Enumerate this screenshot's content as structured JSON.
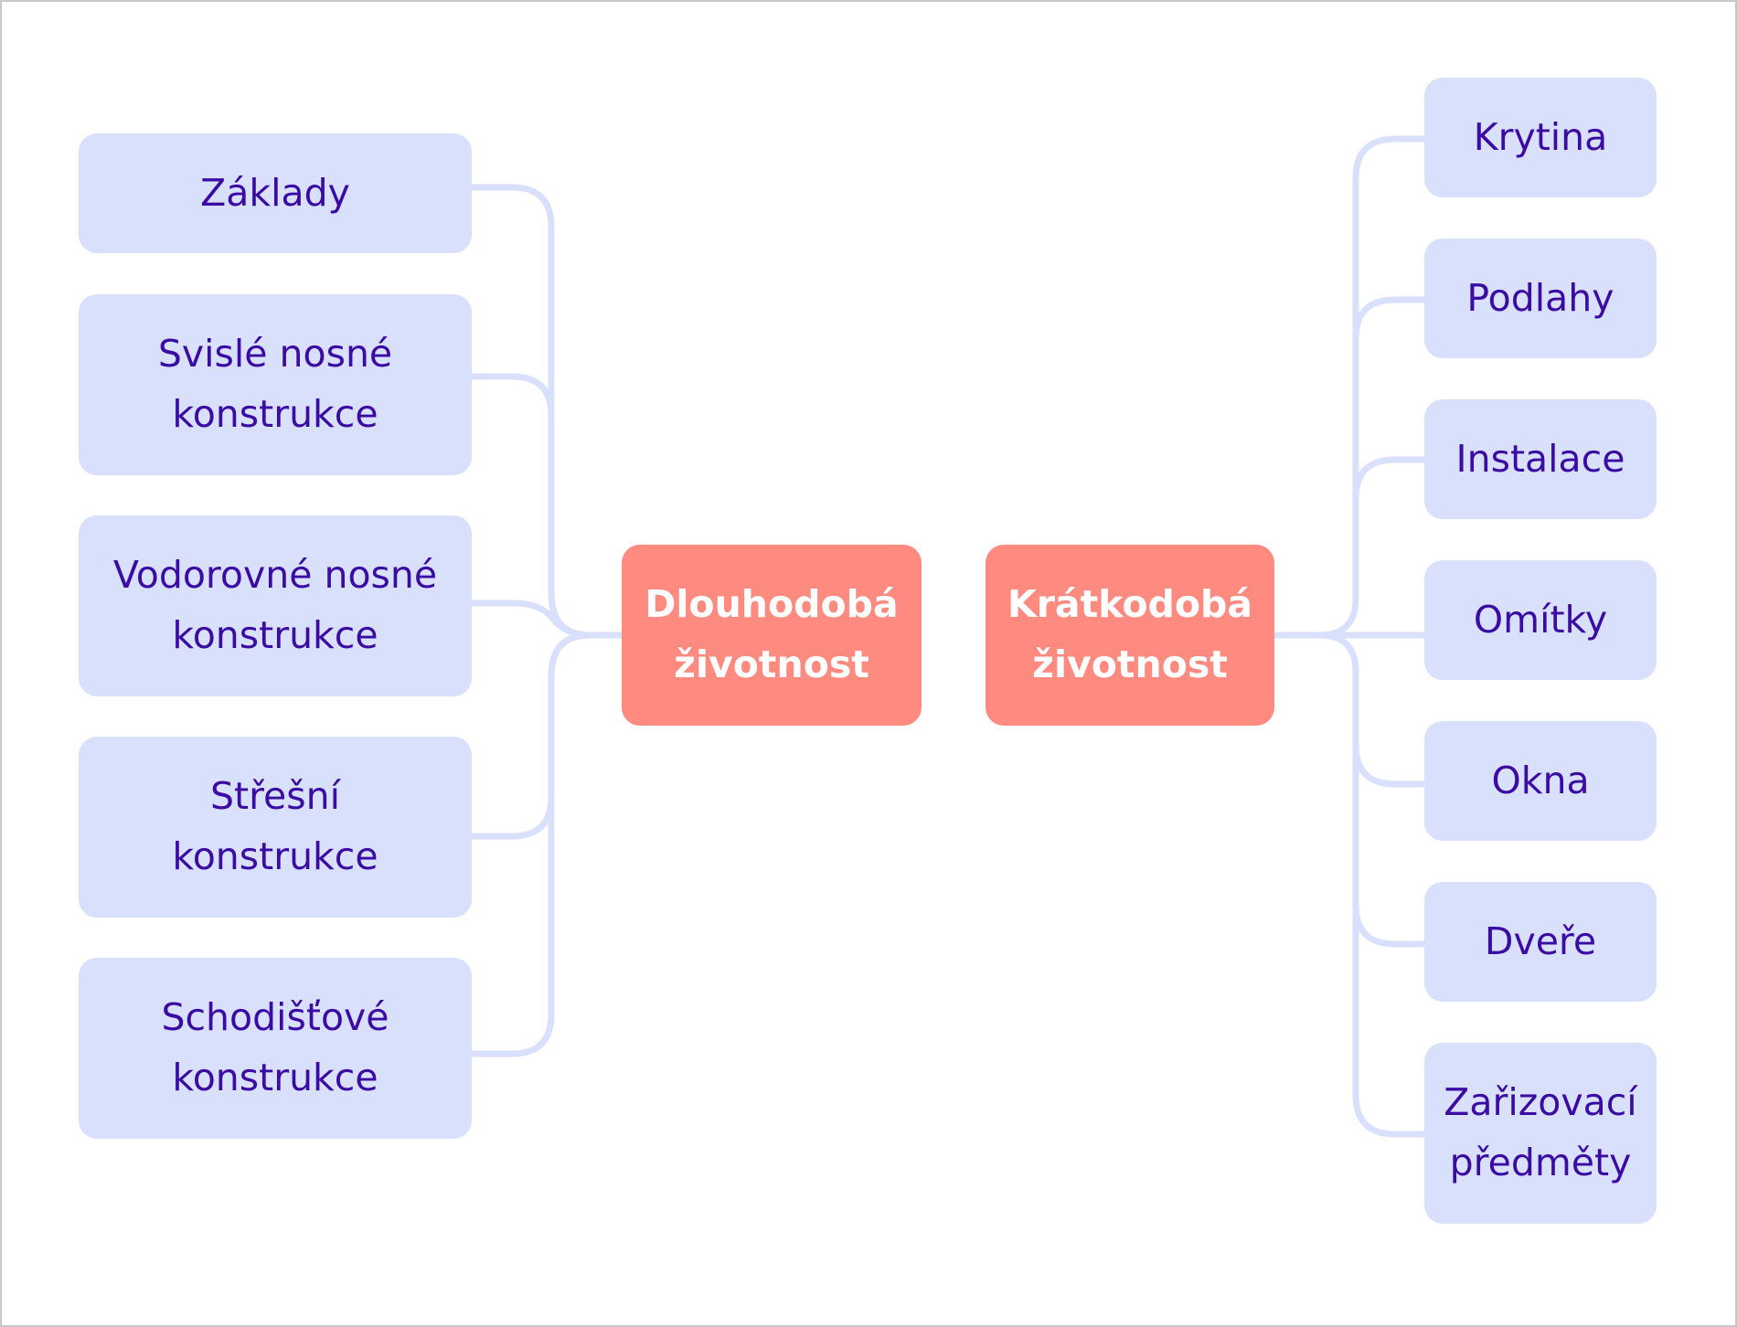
{
  "diagram": {
    "colors": {
      "leaf_bg": "#d8e0fb",
      "leaf_text": "#3a0ca3",
      "hub_bg": "#ff8b80",
      "hub_text": "#ffffff",
      "connector": "#d8e0fb"
    },
    "left_hub": {
      "label": "Dlouhodobá životnost"
    },
    "right_hub": {
      "label": "Krátkodobá životnost"
    },
    "left_items": [
      {
        "label": "Základy"
      },
      {
        "label": "Svislé nosné konstrukce"
      },
      {
        "label": "Vodorovné nosné konstrukce"
      },
      {
        "label": "Střešní konstrukce"
      },
      {
        "label": "Schodišťové konstrukce"
      }
    ],
    "right_items": [
      {
        "label": "Krytina"
      },
      {
        "label": "Podlahy"
      },
      {
        "label": "Instalace"
      },
      {
        "label": "Omítky"
      },
      {
        "label": "Okna"
      },
      {
        "label": "Dveře"
      },
      {
        "label": "Zařizovací předměty"
      }
    ]
  }
}
